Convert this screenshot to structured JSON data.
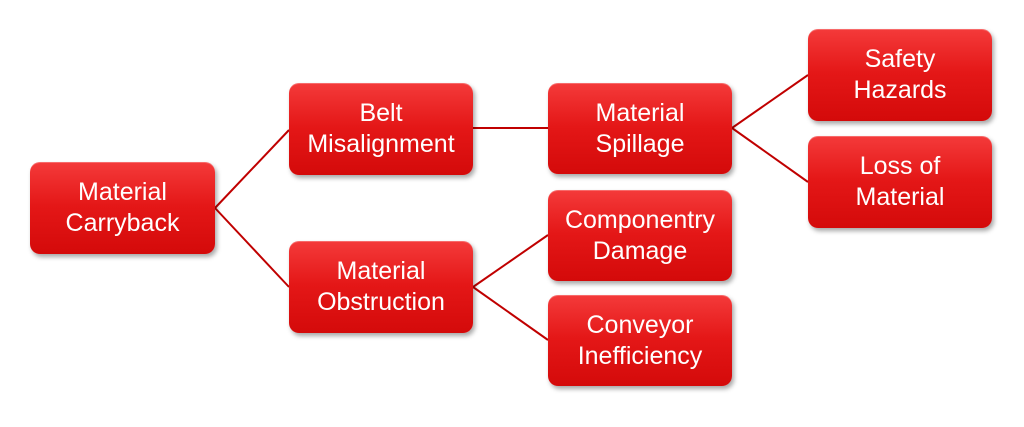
{
  "diagram": {
    "type": "tree",
    "accent_color": "#e41717",
    "line_color": "#c00000",
    "nodes": {
      "root": {
        "label": "Material\nCarryback"
      },
      "belt_misalignment": {
        "label": "Belt\nMisalignment"
      },
      "material_obstruction": {
        "label": "Material\nObstruction"
      },
      "material_spillage": {
        "label": "Material\nSpillage"
      },
      "componentry_damage": {
        "label": "Componentry\nDamage"
      },
      "conveyor_inefficiency": {
        "label": "Conveyor\nInefficiency"
      },
      "safety_hazards": {
        "label": "Safety\nHazards"
      },
      "loss_of_material": {
        "label": "Loss of\nMaterial"
      }
    },
    "edges": [
      {
        "from": "root",
        "to": "belt_misalignment"
      },
      {
        "from": "root",
        "to": "material_obstruction"
      },
      {
        "from": "belt_misalignment",
        "to": "material_spillage"
      },
      {
        "from": "material_obstruction",
        "to": "componentry_damage"
      },
      {
        "from": "material_obstruction",
        "to": "conveyor_inefficiency"
      },
      {
        "from": "material_spillage",
        "to": "safety_hazards"
      },
      {
        "from": "material_spillage",
        "to": "loss_of_material"
      }
    ]
  }
}
